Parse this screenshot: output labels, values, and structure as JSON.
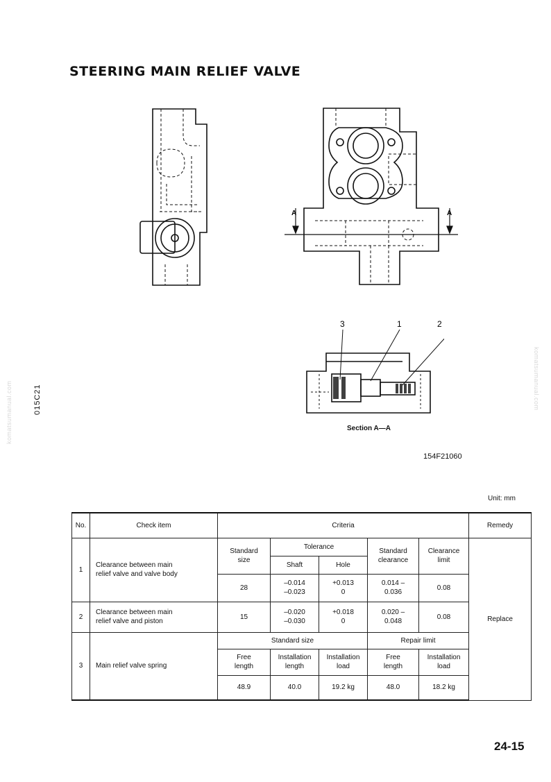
{
  "page": {
    "title": "STEERING MAIN RELIEF VALVE",
    "side_code": "015C21",
    "watermark": "komatsumanual.com",
    "section_caption": "Section A—A",
    "figure_id": "154F21060",
    "section_arrow_label": "A",
    "callouts": [
      "3",
      "1",
      "2"
    ],
    "unit_label": "Unit:  mm",
    "page_number": "24-15"
  },
  "table": {
    "headers": {
      "no": "No.",
      "check_item": "Check item",
      "criteria": "Criteria",
      "remedy": "Remedy"
    },
    "sub_headers": {
      "standard_size": [
        "Standard",
        "size"
      ],
      "tolerance": "Tolerance",
      "shaft": "Shaft",
      "hole": "Hole",
      "standard_clearance": [
        "Standard",
        "clearance"
      ],
      "clearance_limit": [
        "Clearance",
        "limit"
      ],
      "standard_size_group": "Standard size",
      "repair_limit": "Repair limit",
      "free_length": [
        "Free",
        "length"
      ],
      "installation_length": [
        "Installation",
        "length"
      ],
      "installation_load": [
        "Installation",
        "load"
      ]
    },
    "rows": [
      {
        "no": "1",
        "item": [
          "Clearance between main",
          "relief valve and valve body"
        ],
        "size": "28",
        "shaft": [
          "–0.014",
          "–0.023"
        ],
        "hole": [
          "+0.013",
          "0"
        ],
        "std_clearance": [
          "0.014 –",
          "0.036"
        ],
        "limit": "0.08"
      },
      {
        "no": "2",
        "item": [
          "Clearance between main",
          "relief valve and piston"
        ],
        "size": "15",
        "shaft": [
          "–0.020",
          "–0.030"
        ],
        "hole": [
          "+0.018",
          "0"
        ],
        "std_clearance": [
          "0.020 –",
          "0.048"
        ],
        "limit": "0.08"
      },
      {
        "no": "3",
        "item": [
          "Main relief valve spring"
        ],
        "std_free_length": "48.9",
        "std_installation_length": "40.0",
        "std_installation_load": "19.2 kg",
        "repair_free_length": "48.0",
        "repair_installation_load": "18.2 kg"
      }
    ],
    "remedy": "Replace"
  }
}
